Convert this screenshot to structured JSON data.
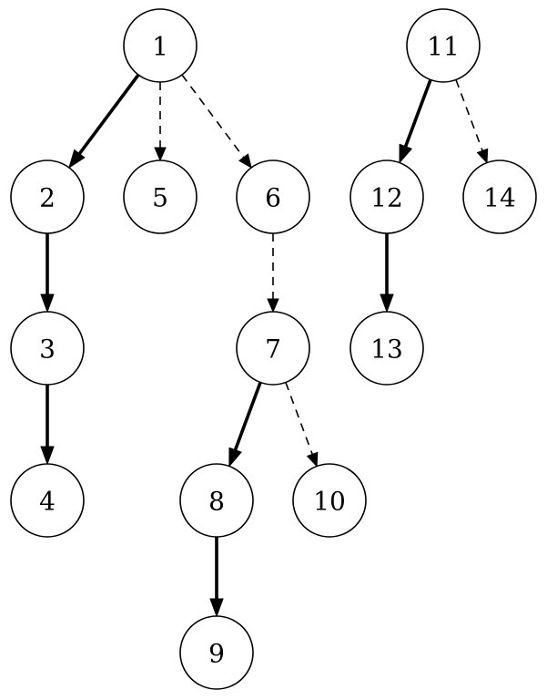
{
  "diagram": {
    "type": "tree",
    "style": {
      "line_color": "#000000",
      "node_fill": "#ffffff"
    },
    "nodes": [
      {
        "id": "1",
        "label": "1"
      },
      {
        "id": "2",
        "label": "2"
      },
      {
        "id": "3",
        "label": "3"
      },
      {
        "id": "4",
        "label": "4"
      },
      {
        "id": "5",
        "label": "5"
      },
      {
        "id": "6",
        "label": "6"
      },
      {
        "id": "7",
        "label": "7"
      },
      {
        "id": "8",
        "label": "8"
      },
      {
        "id": "9",
        "label": "9"
      },
      {
        "id": "10",
        "label": "10"
      },
      {
        "id": "11",
        "label": "11"
      },
      {
        "id": "12",
        "label": "12"
      },
      {
        "id": "13",
        "label": "13"
      },
      {
        "id": "14",
        "label": "14"
      }
    ],
    "edges": [
      {
        "from": "1",
        "to": "2",
        "style": "solid"
      },
      {
        "from": "1",
        "to": "5",
        "style": "dashed"
      },
      {
        "from": "1",
        "to": "6",
        "style": "dashed"
      },
      {
        "from": "2",
        "to": "3",
        "style": "solid"
      },
      {
        "from": "3",
        "to": "4",
        "style": "solid"
      },
      {
        "from": "6",
        "to": "7",
        "style": "dashed"
      },
      {
        "from": "7",
        "to": "8",
        "style": "solid"
      },
      {
        "from": "7",
        "to": "10",
        "style": "dashed"
      },
      {
        "from": "8",
        "to": "9",
        "style": "solid"
      },
      {
        "from": "11",
        "to": "12",
        "style": "solid"
      },
      {
        "from": "11",
        "to": "14",
        "style": "dashed"
      },
      {
        "from": "12",
        "to": "13",
        "style": "solid"
      }
    ]
  }
}
